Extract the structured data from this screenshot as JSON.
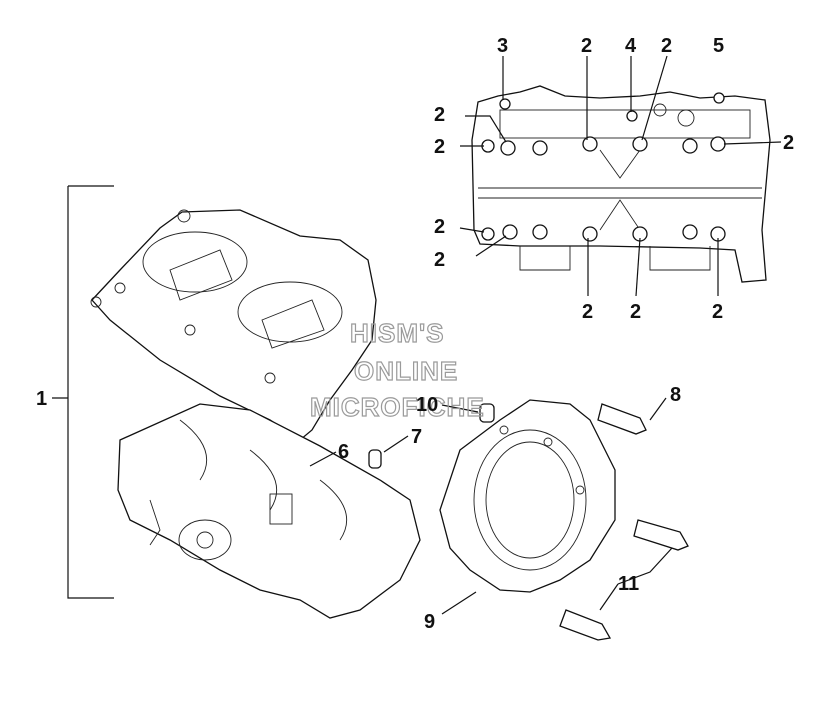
{
  "callouts": {
    "c1": "1",
    "c2": "2",
    "c3": "3",
    "c4": "4",
    "c5": "5",
    "c6": "6",
    "c7": "7",
    "c8": "8",
    "c9": "9",
    "c10": "10",
    "c11": "11"
  },
  "watermark": {
    "line1": "HISM'S",
    "line2": "ONLINE",
    "line3": "MICROFICHE"
  }
}
